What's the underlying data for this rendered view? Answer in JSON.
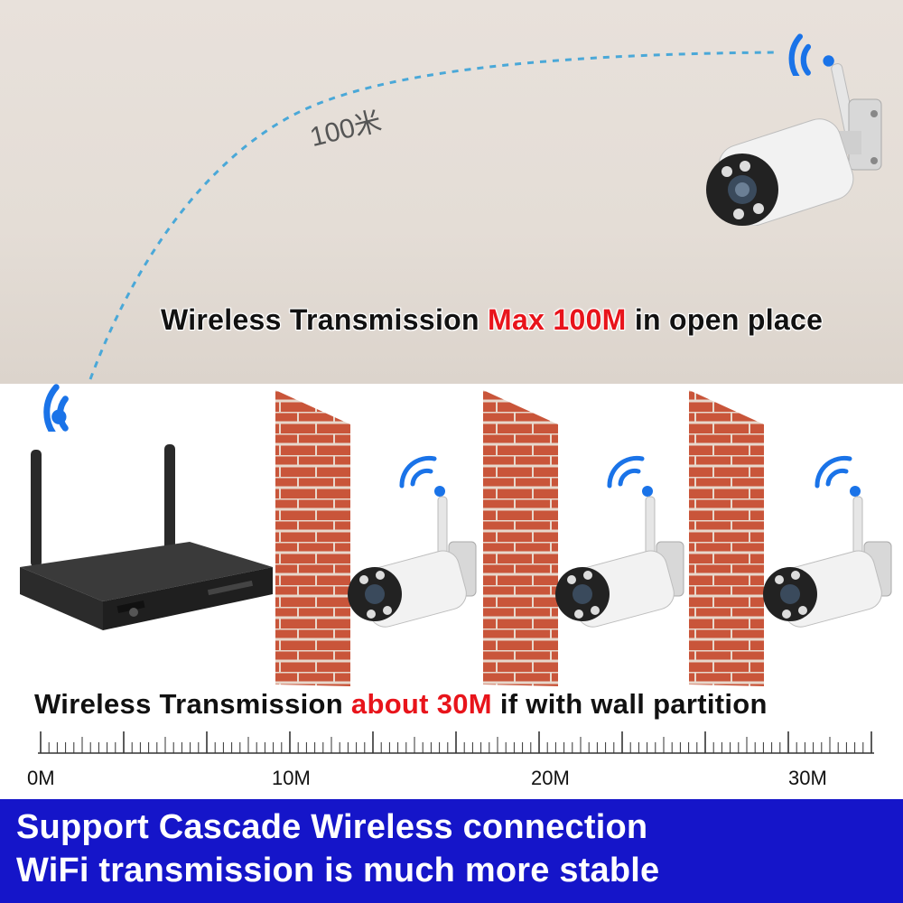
{
  "distance_label": "100米",
  "headline_open": {
    "prefix": "Wireless Transmission ",
    "highlight": "Max 100M",
    "suffix": " in open place"
  },
  "headline_wall": {
    "prefix": "Wireless Transmission ",
    "highlight": "about 30M",
    "suffix": " if with wall partition"
  },
  "scale": {
    "labels": [
      "0M",
      "10M",
      "20M",
      "30M"
    ]
  },
  "banner": {
    "line1": "Support Cascade Wireless connection",
    "line2": "WiFi transmission is much more stable"
  },
  "colors": {
    "accent": "#e8141b",
    "banner": "#1515c9",
    "wifi": "#1a73e8",
    "brick": "#c9553a",
    "dash": "#4aa8d8"
  },
  "icons": [
    "wifi-icon",
    "nvr-recorder",
    "bullet-camera",
    "brick-wall"
  ]
}
